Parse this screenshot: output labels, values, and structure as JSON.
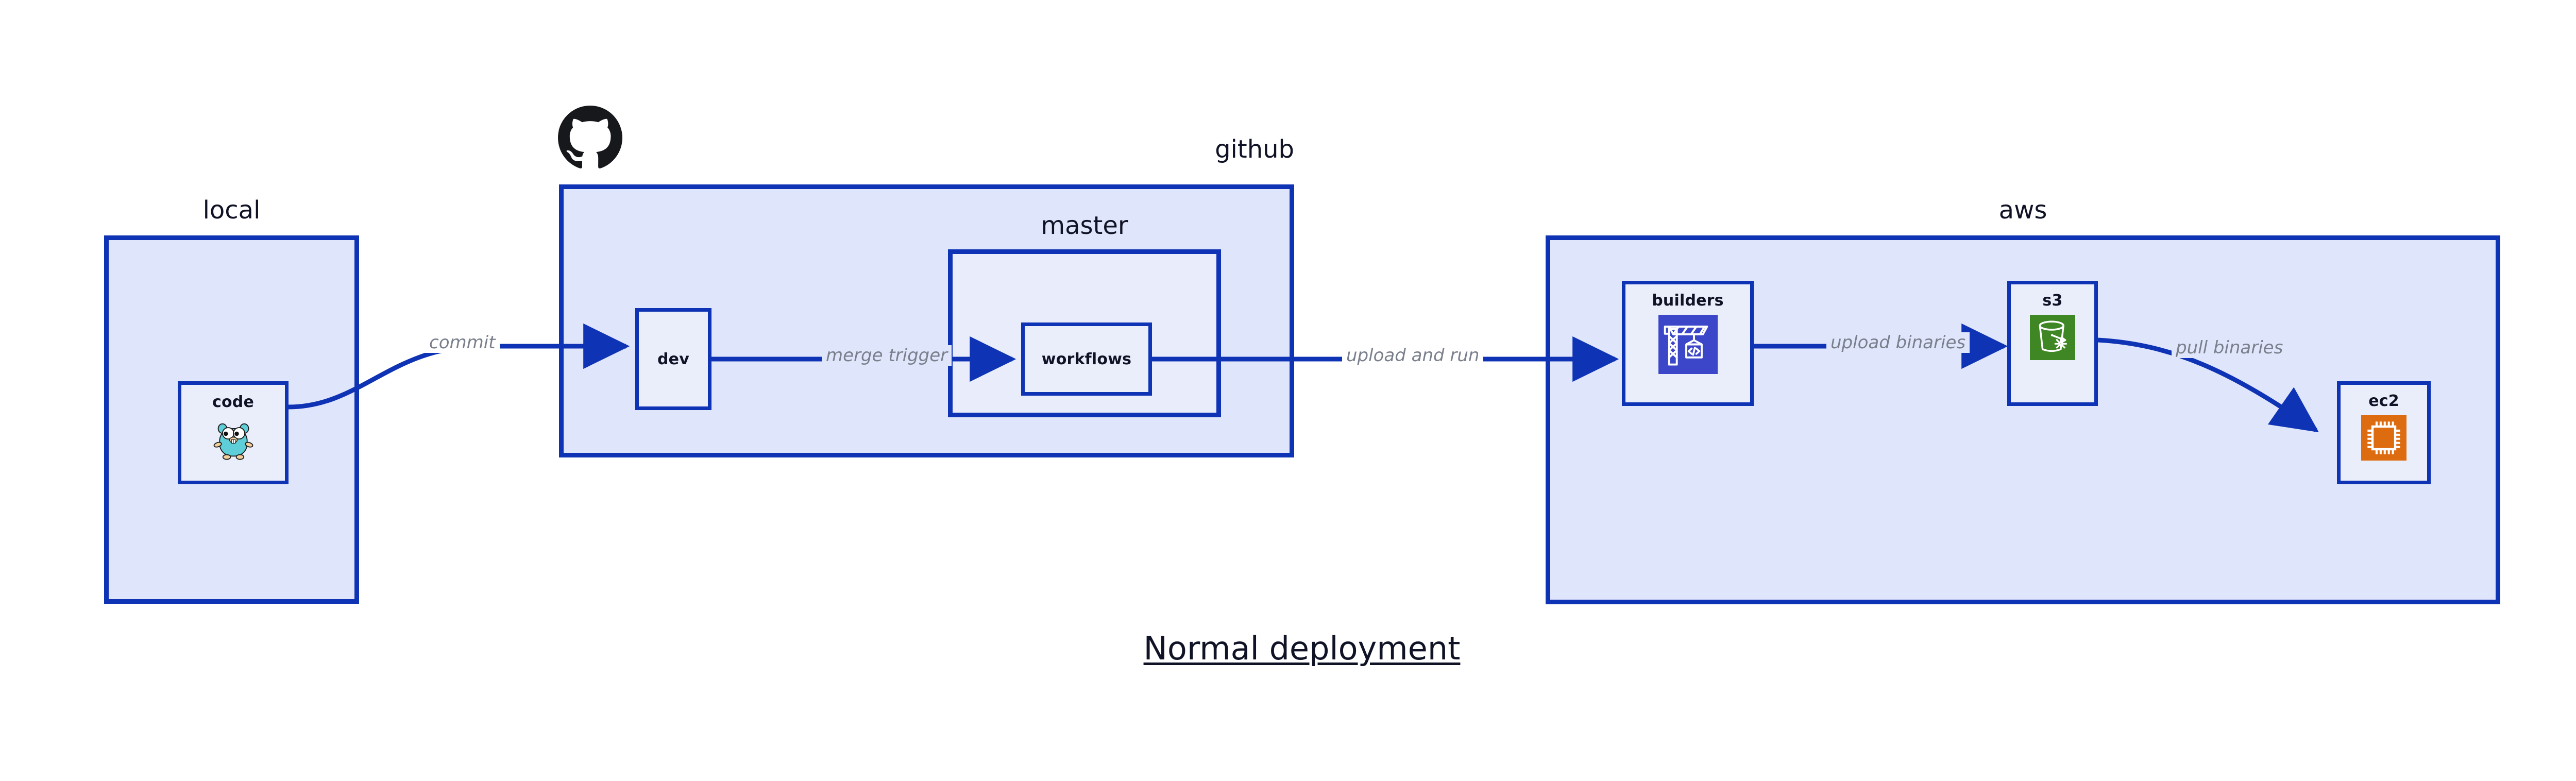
{
  "diagram": {
    "title": "Normal deployment",
    "accent_color": "#0f33b5",
    "group_fill": "#dfe5fa",
    "node_fill": "#eaeefb",
    "label_color": "#101326",
    "edge_label_color": "#7a7f8c"
  },
  "groups": [
    {
      "id": "local",
      "label": "local",
      "label_align": "center"
    },
    {
      "id": "github",
      "label": "github",
      "label_align": "right"
    },
    {
      "id": "master",
      "label": "master",
      "label_align": "center"
    },
    {
      "id": "aws",
      "label": "aws",
      "label_align": "center"
    }
  ],
  "nodes": [
    {
      "id": "code",
      "label": "code",
      "icon": "go-gopher-icon",
      "icon_color": "#5ecfd8"
    },
    {
      "id": "dev",
      "label": "dev",
      "icon": "none",
      "icon_color": ""
    },
    {
      "id": "workflows",
      "label": "workflows",
      "icon": "none",
      "icon_color": ""
    },
    {
      "id": "builders",
      "label": "builders",
      "icon": "aws-codebuild-crane-icon",
      "icon_color": "#3c46c8"
    },
    {
      "id": "s3",
      "label": "s3",
      "icon": "aws-s3-bucket-icon",
      "icon_color": "#3f8624"
    },
    {
      "id": "ec2",
      "label": "ec2",
      "icon": "aws-ec2-chip-icon",
      "icon_color": "#dd6b10"
    }
  ],
  "edges": [
    {
      "id": "code-to-dev",
      "label": "commit",
      "from": "code",
      "to": "dev"
    },
    {
      "id": "dev-to-workflows",
      "label": "merge trigger",
      "from": "dev",
      "to": "workflows"
    },
    {
      "id": "workflows-to-builders",
      "label": "upload and run",
      "from": "workflows",
      "to": "builders"
    },
    {
      "id": "builders-to-s3",
      "label": "upload binaries",
      "from": "builders",
      "to": "s3"
    },
    {
      "id": "s3-to-ec2",
      "label": "pull binaries",
      "from": "s3",
      "to": "ec2"
    }
  ],
  "brand_icons": [
    {
      "id": "github-octocat",
      "name": "github-octocat-icon",
      "color": "#17181c"
    }
  ]
}
